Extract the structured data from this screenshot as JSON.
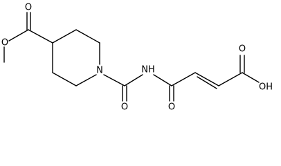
{
  "molecule": {
    "line_color": "#000000",
    "background": "#ffffff",
    "atom_labels": {
      "ester_carbonyl_o": "O",
      "ester_o": "O",
      "ring_n": "N",
      "urea_o": "O",
      "imide_nh": "NH",
      "amide_o": "O",
      "acid_carbonyl_o": "O",
      "acid_oh": "OH"
    }
  }
}
